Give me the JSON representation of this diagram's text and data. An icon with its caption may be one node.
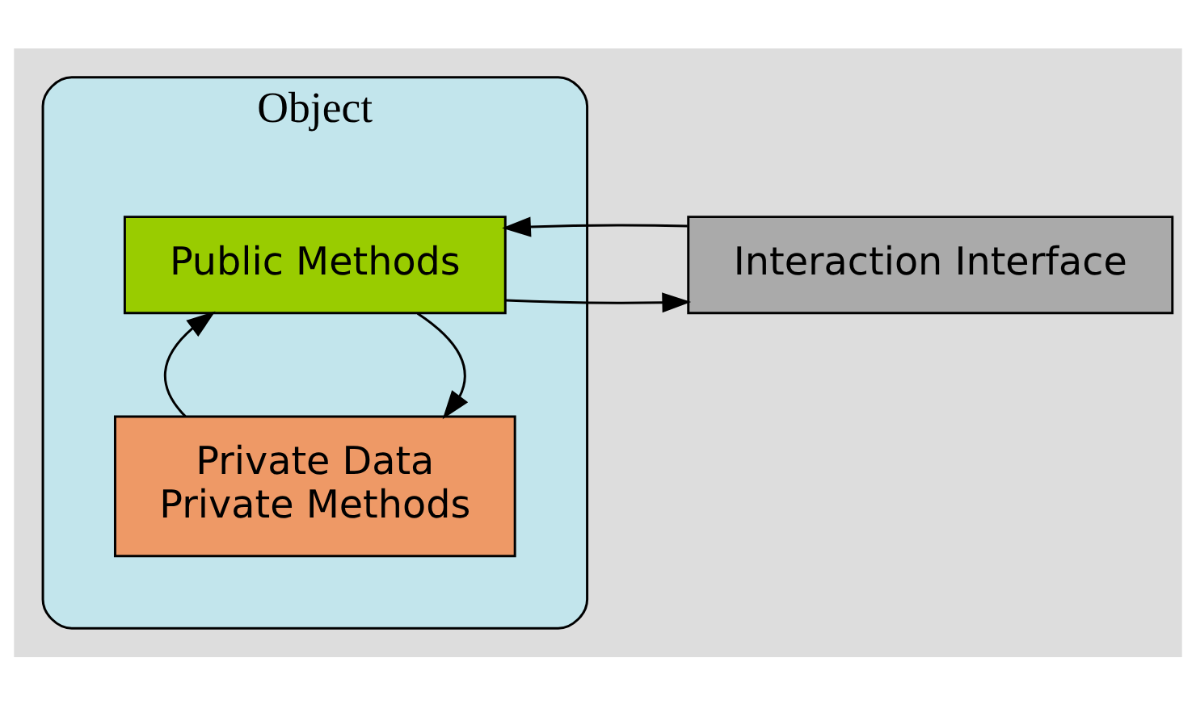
{
  "diagram": {
    "nodes": [
      {
        "text": [
          "Object"
        ]
      },
      {
        "text": [
          "Public Methods"
        ],
        "in": 0
      },
      {
        "text": [
          "Private Data",
          "Private Methods"
        ],
        "in": 0
      },
      {
        "text": [
          "Interaction Interface"
        ]
      }
    ],
    "edges": [
      {
        "from": 3,
        "to": 1,
        "arrow": "to"
      },
      {
        "from": 1,
        "to": 3,
        "arrow": "to"
      },
      {
        "from": 1,
        "to": 2,
        "arrow": "to"
      },
      {
        "from": 2,
        "to": 1,
        "arrow": "to"
      }
    ]
  }
}
